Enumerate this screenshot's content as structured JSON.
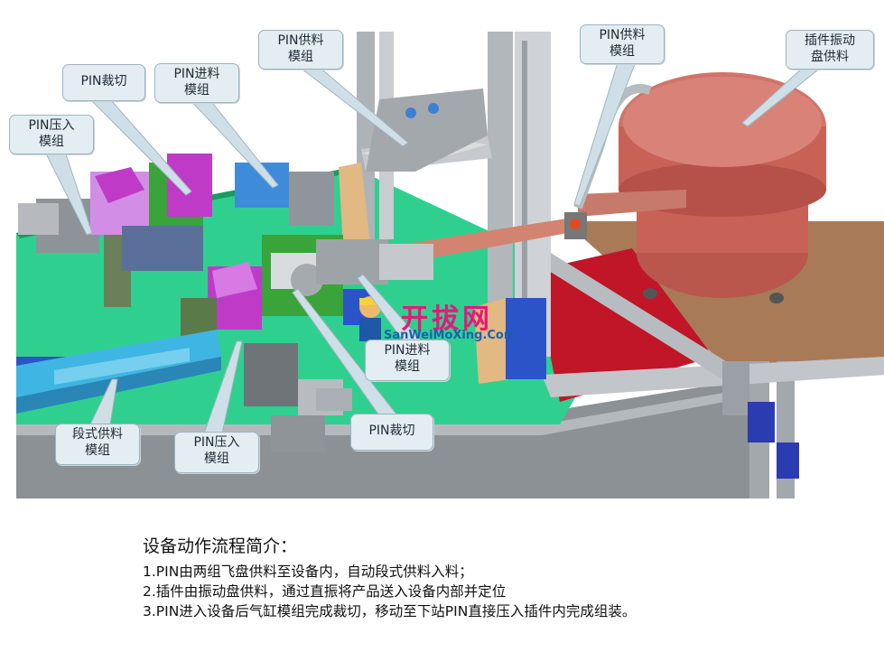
{
  "callouts": {
    "pin_feed_top": "PIN供料\n模组",
    "pin_cut_top": "PIN裁切",
    "pin_infeed_top": "PIN进料\n模组",
    "pin_press_left": "PIN压入\n模组",
    "pin_feed_right": "PIN供料\n模组",
    "insert_vibratory": "插件振动\n盘供料",
    "pin_infeed_mid": "PIN进料\n模组",
    "pin_cut_bottom": "PIN裁切",
    "segment_feed": "段式供料\n模组",
    "pin_press_bottom": "PIN压入\n模组"
  },
  "watermark": {
    "cn": "开拔网",
    "en": "SanWeiMoXing.Com"
  },
  "description": {
    "title": "设备动作流程简介：",
    "steps": [
      "1.PIN由两组飞盘供料至设备内，自动段式供料入料；",
      "2.插件由振动盘供料，通过直振将产品送入设备内部并定位",
      "3.PIN进入设备后气缸模组完成裁切，移动至下站PIN直接压入插件内完成组装。"
    ]
  },
  "colors": {
    "table_green": "#2fd08f",
    "frame_gray": "#9aa0a6",
    "bowl_red": "#c86257",
    "platform_brown": "#a97a58",
    "red_plate": "#c01628",
    "magenta_part": "#c03ac8",
    "blue_part": "#2b54c8"
  }
}
